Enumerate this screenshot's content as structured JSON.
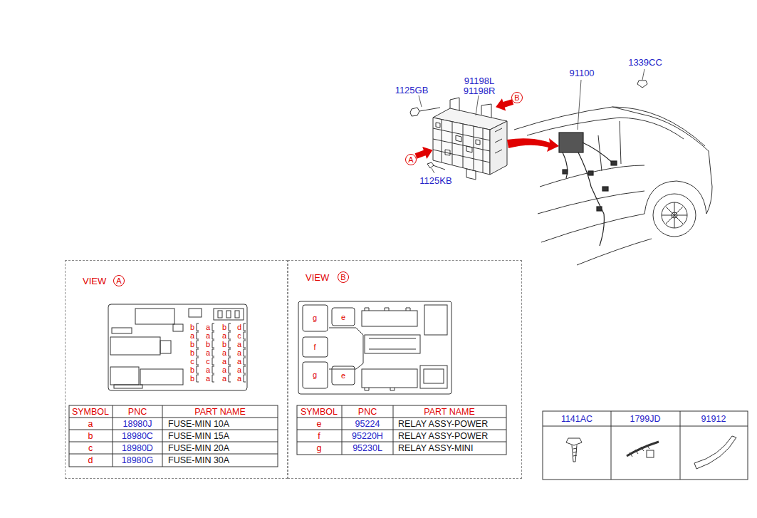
{
  "diagram": {
    "nodes": [
      {
        "text": [
          "VIEW",
          "A"
        ]
      },
      {
        "text": [
          "VIEW",
          "B"
        ]
      }
    ],
    "labels": [
      "91198L",
      "91198R",
      "1125GB",
      "1125KB",
      "91100",
      "1339CC",
      "A",
      "B",
      "b",
      "a",
      "b",
      "d",
      "a",
      "a",
      "a",
      "c",
      "b",
      "b",
      "b",
      "a",
      "b",
      "a",
      "a",
      "a",
      "c",
      "c",
      "a",
      "a",
      "b",
      "a",
      "a",
      "a",
      "b",
      "a",
      "a",
      "a",
      "SYMBOL",
      "PNC",
      "PART NAME",
      "a",
      "18980J",
      "FUSE-MIN 10A",
      "b",
      "18980C",
      "FUSE-MIN 15A",
      "c",
      "18980D",
      "FUSE-MIN 20A",
      "d",
      "18980G",
      "FUSE-MIN 30A",
      "g",
      "e",
      "f",
      "g",
      "e",
      "SYMBOL",
      "PNC",
      "PART NAME",
      "e",
      "95224",
      "RELAY ASSY-POWER",
      "f",
      "95220H",
      "RELAY ASSY-POWER",
      "g",
      "95230L",
      "RELAY ASSY-MINI",
      "1141AC",
      "1799JD",
      "91912"
    ]
  }
}
